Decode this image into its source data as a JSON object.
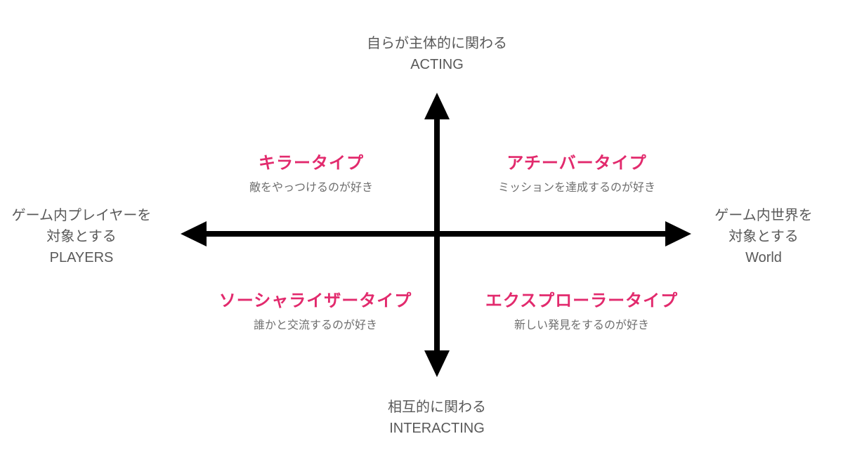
{
  "diagram": {
    "axes": {
      "top": {
        "jp": "自らが主体的に関わる",
        "en": "ACTING"
      },
      "bottom": {
        "jp": "相互的に関わる",
        "en": "INTERACTING"
      },
      "left": {
        "line1": "ゲーム内プレイヤーを",
        "line2": "対象とする",
        "en": "PLAYERS"
      },
      "right": {
        "line1": "ゲーム内世界を",
        "line2": "対象とする",
        "en": "World"
      }
    },
    "quadrants": {
      "top_left": {
        "title": "キラータイプ",
        "desc": "敵をやっつけるのが好き"
      },
      "top_right": {
        "title": "アチーバータイプ",
        "desc": "ミッションを達成するのが好き"
      },
      "bottom_left": {
        "title": "ソーシャライザータイプ",
        "desc": "誰かと交流するのが好き"
      },
      "bottom_right": {
        "title": "エクスプローラータイプ",
        "desc": "新しい発見をするのが好き"
      }
    },
    "colors": {
      "accent_pink": "#e22a6d",
      "label_gray": "#595959",
      "desc_gray": "#6e6e6e",
      "axis_black": "#000000",
      "background": "#ffffff"
    }
  }
}
